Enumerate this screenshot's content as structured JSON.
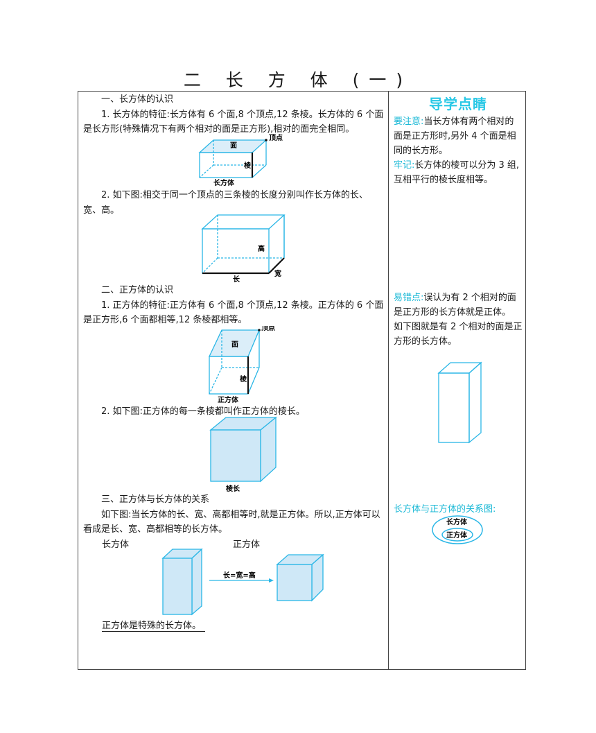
{
  "title": "二  长 方 体 (一)",
  "main": {
    "s1_heading": "一、长方体的认识",
    "s1_p1": "1. 长方体的特征:长方体有 6 个面,8 个顶点,12 条棱。长方体的 6 个面是长方形(特殊情况下有两个相对的面是正方形),相对的面完全相同。",
    "fig1": {
      "face": "面",
      "vertex": "顶点",
      "edge": "棱",
      "caption": "长方体"
    },
    "s1_p2": "2. 如下图:相交于同一个顶点的三条棱的长度分别叫作长方体的长、宽、高。",
    "fig2": {
      "height": "高",
      "width": "宽",
      "length": "长"
    },
    "s2_heading": "二、正方体的认识",
    "s2_p1": "1. 正方体的特征:正方体有 6 个面,8 个顶点,12 条棱。正方体的 6 个面是正方形,6 个面都相等,12 条棱都相等。",
    "fig3": {
      "face": "面",
      "vertex": "顶点",
      "edge": "棱",
      "caption": "正方体"
    },
    "s2_p2": "2. 如下图:正方体的每一条棱都叫作正方体的棱长。",
    "fig4": {
      "caption": "棱长"
    },
    "s3_heading": "三、正方体与长方体的关系",
    "s3_p1": "如下图:当长方体的长、宽、高都相等时,就是正方体。所以,正方体可以看成是长、宽、高都相等的长方体。",
    "fig5": {
      "left_label": "长方体",
      "right_label": "正方体",
      "arrow_label": "长=宽=高"
    },
    "summary": "正方体是特殊的长方体。"
  },
  "side": {
    "title": "导学点睛",
    "note1_tag": "要注意:",
    "note1_text": "当长方体有两个相对的面是正方形时,另外 4 个面是相同的长方形。",
    "note2_tag": "牢记:",
    "note2_text": "长方体的棱可以分为 3 组,互相平行的棱长度相等。",
    "note3_tag": "易错点:",
    "note3_text": "误认为有 2 个相对的面是正方形的长方体就是正体。",
    "note4_text": "如下图就是有 2 个相对的面是正方形的长方体。",
    "relation_title": "长方体与正方体的关系图:",
    "relation_outer": "长方体",
    "relation_inner": "正方体"
  },
  "colors": {
    "accent": "#29c8e6",
    "line": "#29b6e6",
    "fill": "#cfe8f7"
  }
}
